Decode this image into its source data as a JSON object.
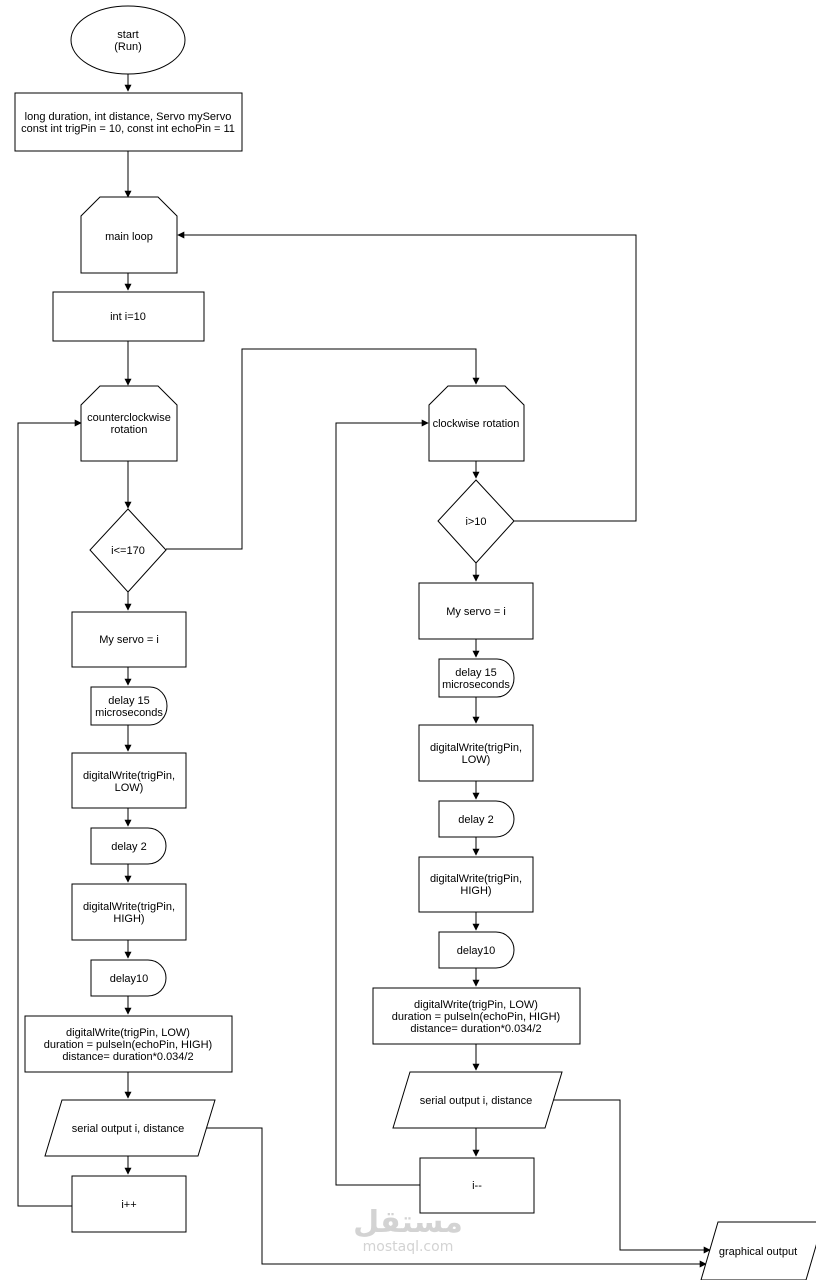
{
  "nodes": {
    "start": [
      "start",
      "(Run)"
    ],
    "declarations": [
      "long duration, int distance, Servo myServo",
      "const int trigPin = 10, const int echoPin = 11"
    ],
    "main_loop": [
      "main loop"
    ],
    "init_i": [
      "int i=10"
    ],
    "ccw_rotation": [
      "counterclockwise",
      "rotation"
    ],
    "cond_ccw": [
      "i<=170"
    ],
    "servo_left": [
      "My servo = i"
    ],
    "delay15_left": [
      "delay 15",
      "microseconds"
    ],
    "trig_low_left": [
      "digitalWrite(trigPin,",
      "LOW)"
    ],
    "delay2_left": [
      "delay 2"
    ],
    "trig_high_left": [
      "digitalWrite(trigPin,",
      "HIGH)"
    ],
    "delay10_left": [
      "delay10"
    ],
    "measure_left": [
      "digitalWrite(trigPin, LOW)",
      "duration = pulseIn(echoPin, HIGH)",
      "distance= duration*0.034/2"
    ],
    "serial_left": [
      "serial output i, distance"
    ],
    "inc": [
      "i++"
    ],
    "cw_rotation": [
      "clockwise rotation"
    ],
    "cond_cw": [
      "i>10"
    ],
    "servo_right": [
      "My servo = i"
    ],
    "delay15_right": [
      "delay 15",
      "microseconds"
    ],
    "trig_low_right": [
      "digitalWrite(trigPin,",
      "LOW)"
    ],
    "delay2_right": [
      "delay 2"
    ],
    "trig_high_right": [
      "digitalWrite(trigPin,",
      "HIGH)"
    ],
    "delay10_right": [
      "delay10"
    ],
    "measure_right": [
      "digitalWrite(trigPin, LOW)",
      "duration = pulseIn(echoPin, HIGH)",
      "distance= duration*0.034/2"
    ],
    "serial_right": [
      "serial output i, distance"
    ],
    "dec": [
      "i--"
    ],
    "graphical_output": [
      "graphical output"
    ]
  },
  "watermark": {
    "arabic": "مستقل",
    "latin": "mostaql.com"
  }
}
